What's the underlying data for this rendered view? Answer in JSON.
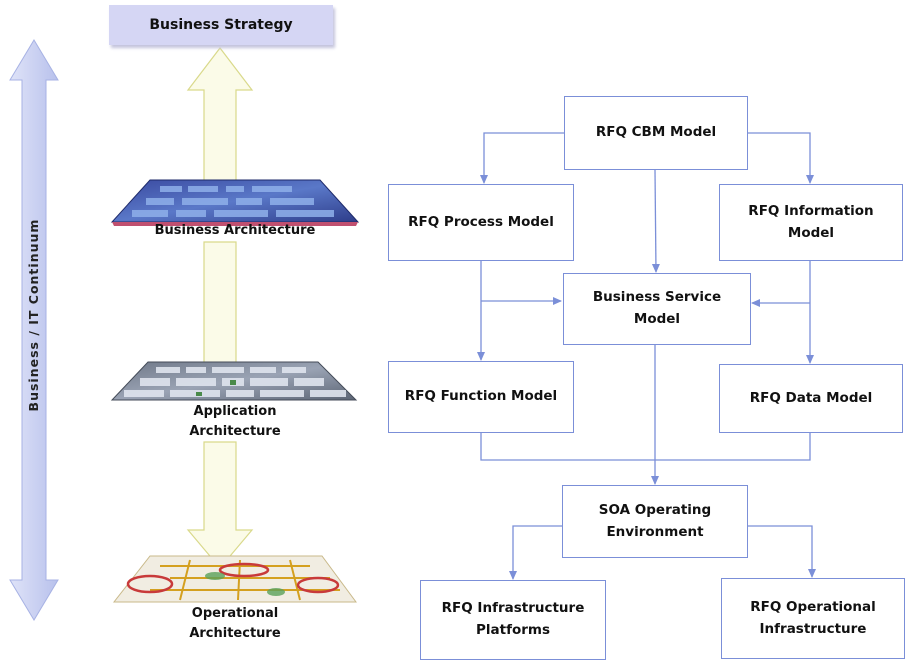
{
  "left_panel": {
    "continuum_label": "Business / IT Continuum",
    "strategy_label": "Business Strategy",
    "layers": [
      {
        "label_lines": [
          "Business Architecture"
        ]
      },
      {
        "label_lines": [
          "Application",
          "Architecture"
        ]
      },
      {
        "label_lines": [
          "Operational",
          "Architecture"
        ]
      }
    ]
  },
  "diagram": {
    "nodes": {
      "cbm": {
        "lines": [
          "RFQ CBM Model"
        ]
      },
      "process": {
        "lines": [
          "RFQ Process Model"
        ]
      },
      "information": {
        "lines": [
          "RFQ Information",
          "Model"
        ]
      },
      "service": {
        "lines": [
          "Business Service",
          "Model"
        ]
      },
      "function": {
        "lines": [
          "RFQ Function Model"
        ]
      },
      "data": {
        "lines": [
          "RFQ Data Model"
        ]
      },
      "soa": {
        "lines": [
          "SOA Operating",
          "Environment"
        ]
      },
      "infra": {
        "lines": [
          "RFQ Infrastructure",
          "Platforms"
        ]
      },
      "ops": {
        "lines": [
          "RFQ Operational",
          "Infrastructure"
        ]
      }
    }
  },
  "colors": {
    "connector": "#7b8fd8",
    "box_border": "#7b8fd8",
    "strategy_fill": "#d5d6f4",
    "continuum_arrow": "#c5ccf0",
    "hollow_arrow": "#f4f4c8"
  }
}
